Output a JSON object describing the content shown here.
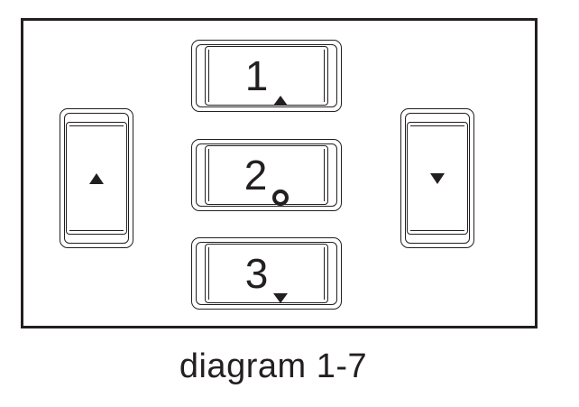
{
  "keys": {
    "key1": {
      "number": "1",
      "icon": "triangle-up-icon"
    },
    "key2": {
      "number": "2",
      "icon": "ring-icon"
    },
    "key3": {
      "number": "3",
      "icon": "triangle-down-icon"
    },
    "left": {
      "icon": "triangle-up-icon"
    },
    "right": {
      "icon": "triangle-down-icon"
    }
  },
  "caption": "diagram 1-7",
  "colors": {
    "ink": "#231f20",
    "background": "#ffffff"
  }
}
